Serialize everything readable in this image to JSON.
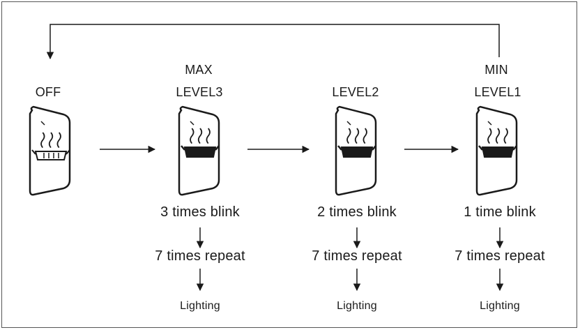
{
  "states": [
    {
      "id": "off",
      "name": "OFF",
      "top_label": "",
      "blink": "",
      "repeat": "",
      "result": "",
      "heater_on": false
    },
    {
      "id": "level3",
      "name": "LEVEL3",
      "top_label": "MAX",
      "blink": "3 times blink",
      "repeat": "7 times repeat",
      "result": "Lighting",
      "heater_on": true
    },
    {
      "id": "level2",
      "name": "LEVEL2",
      "top_label": "",
      "blink": "2 times blink",
      "repeat": "7 times repeat",
      "result": "Lighting",
      "heater_on": true
    },
    {
      "id": "level1",
      "name": "LEVEL1",
      "top_label": "MIN",
      "blink": "1 time blink",
      "repeat": "7 times repeat",
      "result": "Lighting",
      "heater_on": true
    }
  ],
  "icons": {
    "switch": "seat-heater-switch-icon",
    "arrow": "arrow-icon"
  },
  "colors": {
    "line": "#1a1a1a",
    "frame": "#555555"
  }
}
